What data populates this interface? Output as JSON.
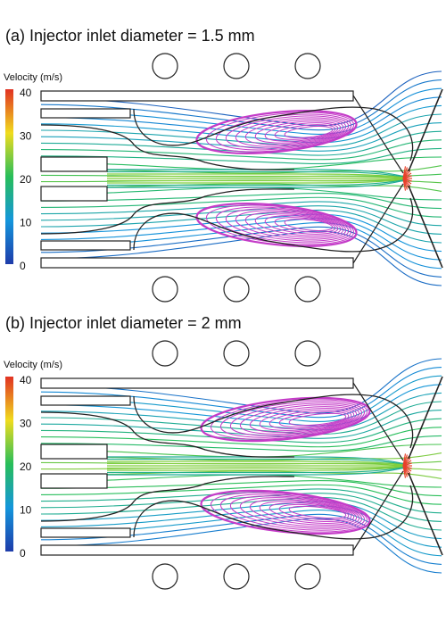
{
  "panels": [
    {
      "title": "(a) Injector inlet diameter = 1.5 mm",
      "colorbar_label": "Velocity (m/s)",
      "ticks": [
        "40",
        "30",
        "20",
        "10",
        "0"
      ]
    },
    {
      "title": "(b) Injector inlet diameter = 2 mm",
      "colorbar_label": "Velocity (m/s)",
      "ticks": [
        "40",
        "30",
        "20",
        "10",
        "0"
      ]
    }
  ],
  "colors": {
    "walls": "#222222",
    "vortex": "#c43cc8",
    "jet": "#7fce3c",
    "stagnation": "#e8402a"
  }
}
